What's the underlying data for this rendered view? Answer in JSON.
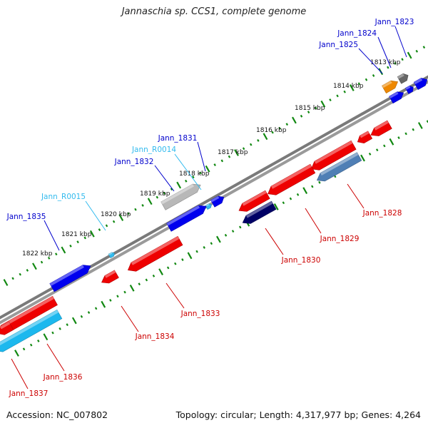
{
  "title": "Jannaschia sp. CCS1, complete genome",
  "footer": {
    "accession": "Accession: NC_007802",
    "topology": "Topology: circular; Length: 4,317,977 bp; Genes: 4,264"
  },
  "colors": {
    "forward_label": "#0000cc",
    "reverse_label": "#cc0000",
    "rna_label": "#33bbee",
    "backbone": "#808080",
    "ticks": "#118811"
  },
  "scale_ticks": [
    "1813 kbp",
    "1814 kbp",
    "1815 kbp",
    "1816 kbp",
    "1817 kbp",
    "1818 kbp",
    "1819 kbp",
    "1820 kbp",
    "1821 kbp",
    "1822 kbp"
  ],
  "genes": [
    {
      "label": "Jann_1823",
      "strand": "forward",
      "color": "#666666"
    },
    {
      "label": "Jann_1824",
      "strand": "forward",
      "color": "#0000ee"
    },
    {
      "label": "Jann_1825",
      "strand": "forward",
      "color": "#ee8800"
    },
    {
      "label": "Jann_1828",
      "strand": "reverse",
      "color": "#4f7fb5"
    },
    {
      "label": "Jann_1829",
      "strand": "reverse",
      "color": "#ee0000"
    },
    {
      "label": "Jann_1830",
      "strand": "reverse",
      "color": "#000066"
    },
    {
      "label": "Jann_1831",
      "strand": "forward",
      "color": "#0000ee"
    },
    {
      "label": "Jann_R0014",
      "strand": "forward",
      "color": "#33bbee"
    },
    {
      "label": "Jann_1832",
      "strand": "forward",
      "color": "#0000ee"
    },
    {
      "label": "Jann_R0015",
      "strand": "forward",
      "color": "#33bbee"
    },
    {
      "label": "Jann_1835",
      "strand": "forward",
      "color": "#0000ee"
    },
    {
      "label": "Jann_1833",
      "strand": "reverse",
      "color": "#ee0000"
    },
    {
      "label": "Jann_1834",
      "strand": "reverse",
      "color": "#ee0000"
    },
    {
      "label": "Jann_1836",
      "strand": "reverse",
      "color": "#ee0000"
    },
    {
      "label": "Jann_1837",
      "strand": "reverse",
      "color": "#1cb8ee"
    }
  ]
}
